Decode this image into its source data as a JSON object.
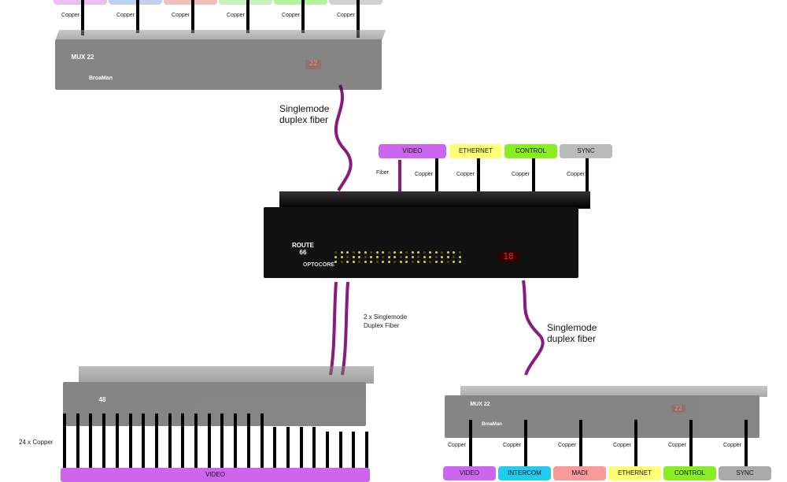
{
  "top_device": {
    "model": "MUX 22",
    "brand": "BroaMan",
    "display": "22",
    "copper_labels": [
      "Copper",
      "Copper",
      "Copper",
      "Copper",
      "Copper",
      "Copper"
    ],
    "box_colors": [
      "#e8c0f0",
      "#c0d0f0",
      "#f0c0c0",
      "#c8f0c0",
      "#b8f0a0",
      "#d0d0d0"
    ]
  },
  "link_top": {
    "line1": "Singlemode",
    "line2": "duplex fiber"
  },
  "middle": {
    "boxes": [
      {
        "label": "VIDEO",
        "color": "#cc66ee"
      },
      {
        "label": "ETHERNET",
        "color": "#ffff77"
      },
      {
        "label": "CONTROL",
        "color": "#88ee22"
      },
      {
        "label": "SYNC",
        "color": "#bbbbbb"
      }
    ],
    "fiber_label": "Fiber",
    "copper_labels": [
      "Copper",
      "Copper",
      "Copper",
      "Copper"
    ]
  },
  "middle_device": {
    "model": "ROUTE 66",
    "brand": "OPTOCORE",
    "display": "18"
  },
  "link_left": {
    "line1": "2 x Singlemode",
    "line2": "Duplex Fiber"
  },
  "link_right": {
    "line1": "Singlemode",
    "line2": "duplex fiber"
  },
  "bottom_left_device": {
    "model": "48",
    "copper_label": "24 x Copper",
    "bar_label": "VIDEO",
    "bar_color": "#cc66ee",
    "copper_count": 24
  },
  "bottom_right_device": {
    "model": "MUX 22",
    "brand": "BroaMan",
    "display": "22",
    "copper_labels": [
      "Copper",
      "Copper",
      "Copper",
      "Copper",
      "Copper",
      "Copper"
    ],
    "boxes": [
      {
        "label": "VIDEO",
        "color": "#cc66ee"
      },
      {
        "label": "INTERCOM",
        "color": "#22ccf0"
      },
      {
        "label": "MADI",
        "color": "#f89a9a"
      },
      {
        "label": "ETHERNET",
        "color": "#ffff77"
      },
      {
        "label": "CONTROL",
        "color": "#88ee22"
      },
      {
        "label": "SYNC",
        "color": "#aaaaaa"
      }
    ]
  }
}
